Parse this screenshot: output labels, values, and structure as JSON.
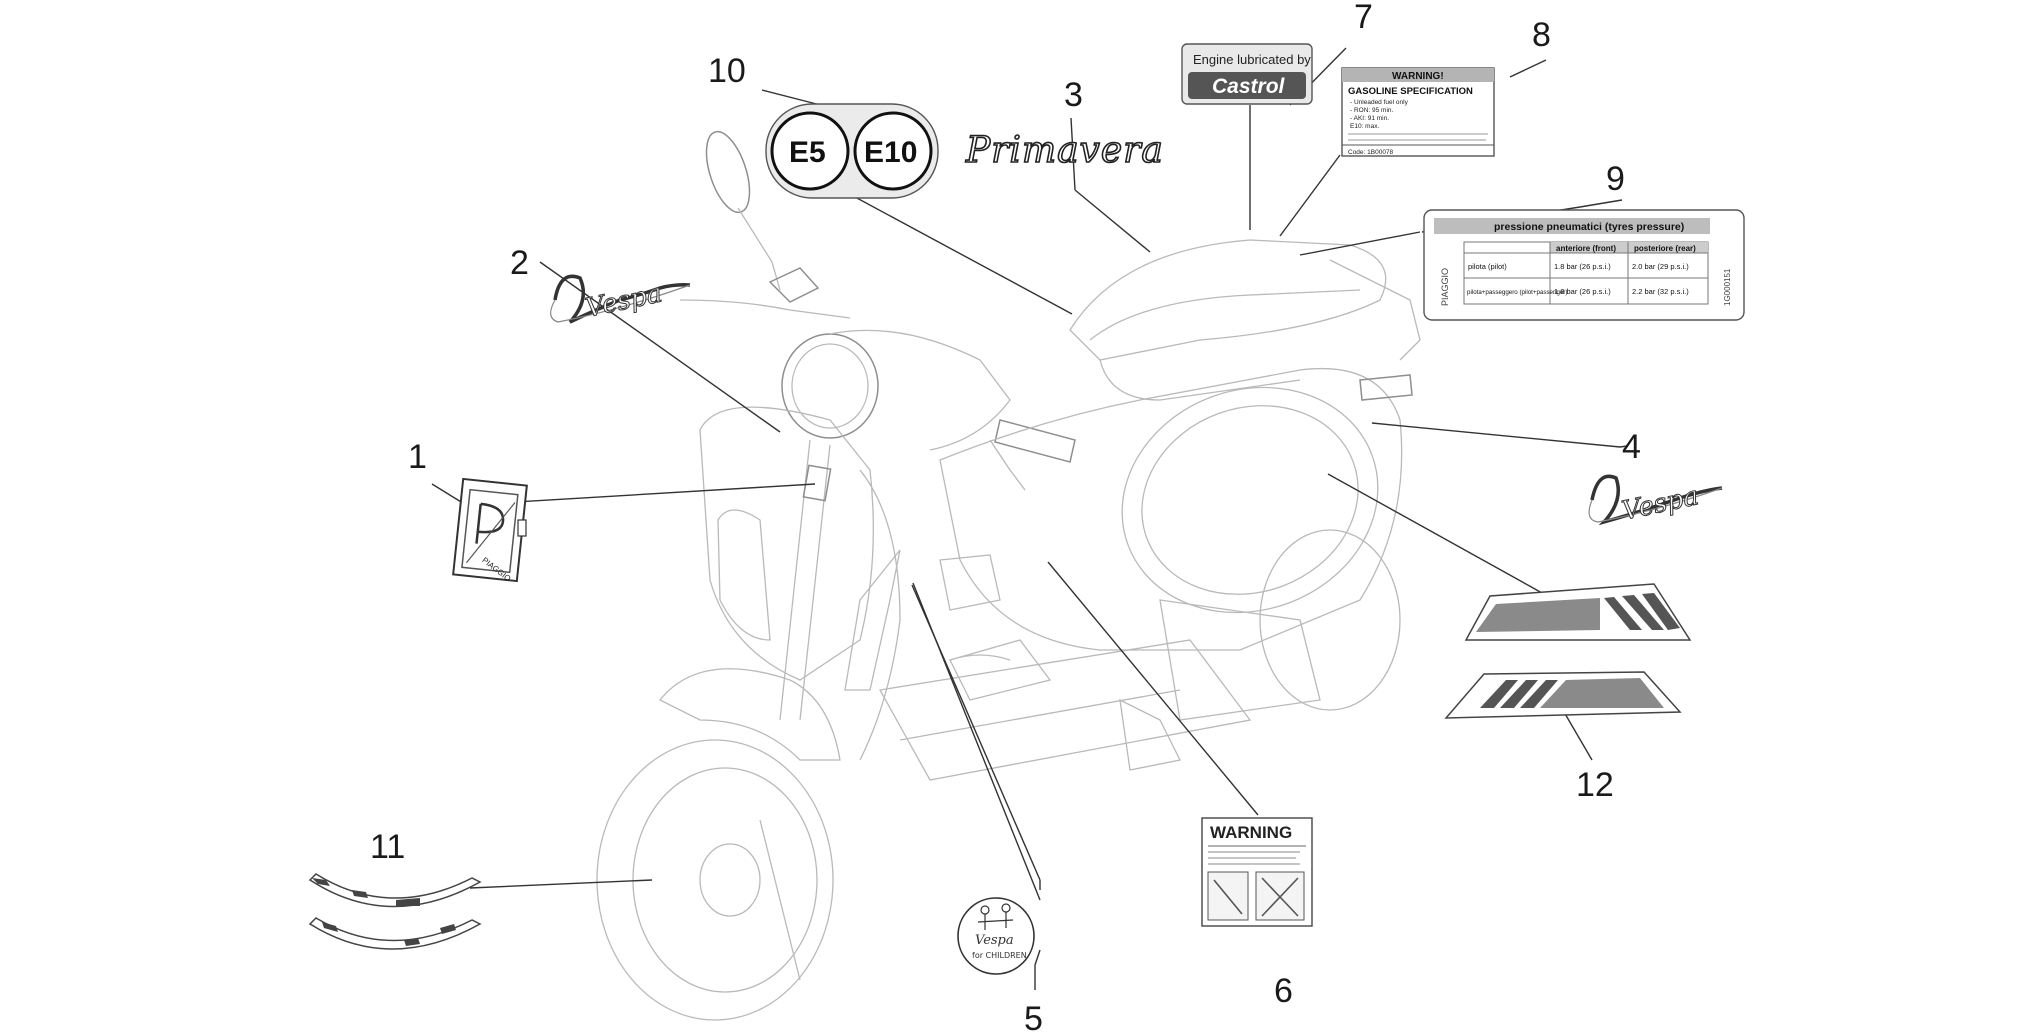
{
  "diagram": {
    "callouts": [
      {
        "id": "1",
        "label": "1"
      },
      {
        "id": "2",
        "label": "2"
      },
      {
        "id": "3",
        "label": "3"
      },
      {
        "id": "4",
        "label": "4"
      },
      {
        "id": "5",
        "label": "5"
      },
      {
        "id": "6",
        "label": "6"
      },
      {
        "id": "7",
        "label": "7"
      },
      {
        "id": "8",
        "label": "8"
      },
      {
        "id": "9",
        "label": "9"
      },
      {
        "id": "10",
        "label": "10"
      },
      {
        "id": "11",
        "label": "11"
      },
      {
        "id": "12",
        "label": "12"
      }
    ],
    "decals": {
      "fuel_e5": "E5",
      "fuel_e10": "E10",
      "model_name": "Primavera",
      "brand_script": "Vespa",
      "piaggio_text": "PIAGGIO",
      "castrol": {
        "line1": "Engine lubricated by",
        "line2": "Castrol"
      },
      "gasoline_warning": {
        "header": "WARNING!",
        "title": "GASOLINE SPECIFICATION",
        "lines": [
          "- Unleaded fuel only",
          "- RON: 95 min.",
          "- AKI: 91 min.",
          "  E10: max."
        ],
        "footer": "Code: 1B00078"
      },
      "tyre_pressure": {
        "title": "pressione pneumatici (tyres pressure)",
        "brand": "PIAGGIO",
        "code": "1G000151",
        "columns": [
          "",
          "anteriore (front)",
          "posteriore (rear)"
        ],
        "rows": [
          [
            "pilota (pilot)",
            "1.8 bar (26 p.s.i.)",
            "2.0 bar (29 p.s.i.)"
          ],
          [
            "pilota+passeggero (pilot+passenger)",
            "1.8 bar (26 p.s.i.)",
            "2.2 bar (32 p.s.i.)"
          ]
        ]
      },
      "spark_warning": {
        "title": "WARNING"
      },
      "children_sticker": {
        "line1": "Vespa",
        "line2": "for CHILDREN"
      }
    }
  },
  "colors": {
    "line": "#333333",
    "sketch": "#b9b9b9",
    "table_header": "#bdbdbd",
    "stripe_dark": "#6e6e6e"
  }
}
